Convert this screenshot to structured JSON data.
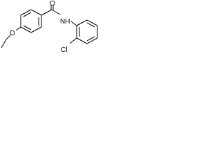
{
  "molecule": {
    "atom_labels": {
      "ether_oxygen": "O",
      "carbonyl_oxygen": "O",
      "amide_nitrogen": "NH",
      "chlorine": "Cl"
    }
  }
}
